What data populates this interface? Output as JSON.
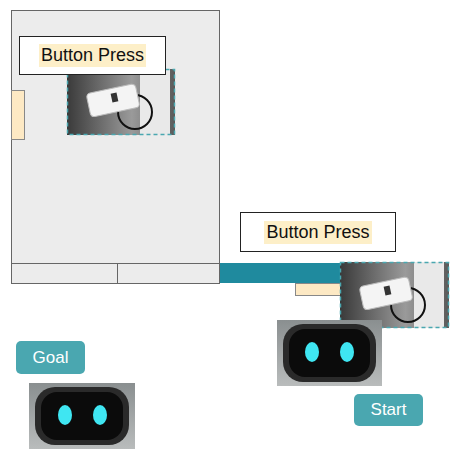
{
  "diagram": {
    "nodes": [
      {
        "text": [
          "Button Press"
        ]
      },
      {
        "text": [
          "Button Press"
        ]
      },
      {
        "text": [
          "Goal"
        ]
      },
      {
        "text": [
          "Start"
        ]
      }
    ]
  }
}
